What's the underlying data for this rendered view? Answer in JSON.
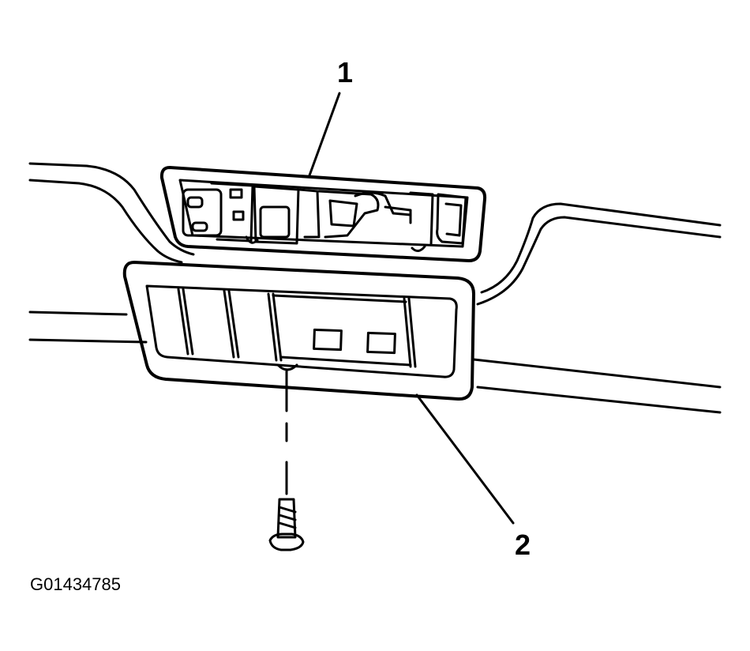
{
  "diagram": {
    "callouts": [
      {
        "id": "1",
        "label": "1"
      },
      {
        "id": "2",
        "label": "2"
      }
    ],
    "figure_id": "G01434785"
  }
}
